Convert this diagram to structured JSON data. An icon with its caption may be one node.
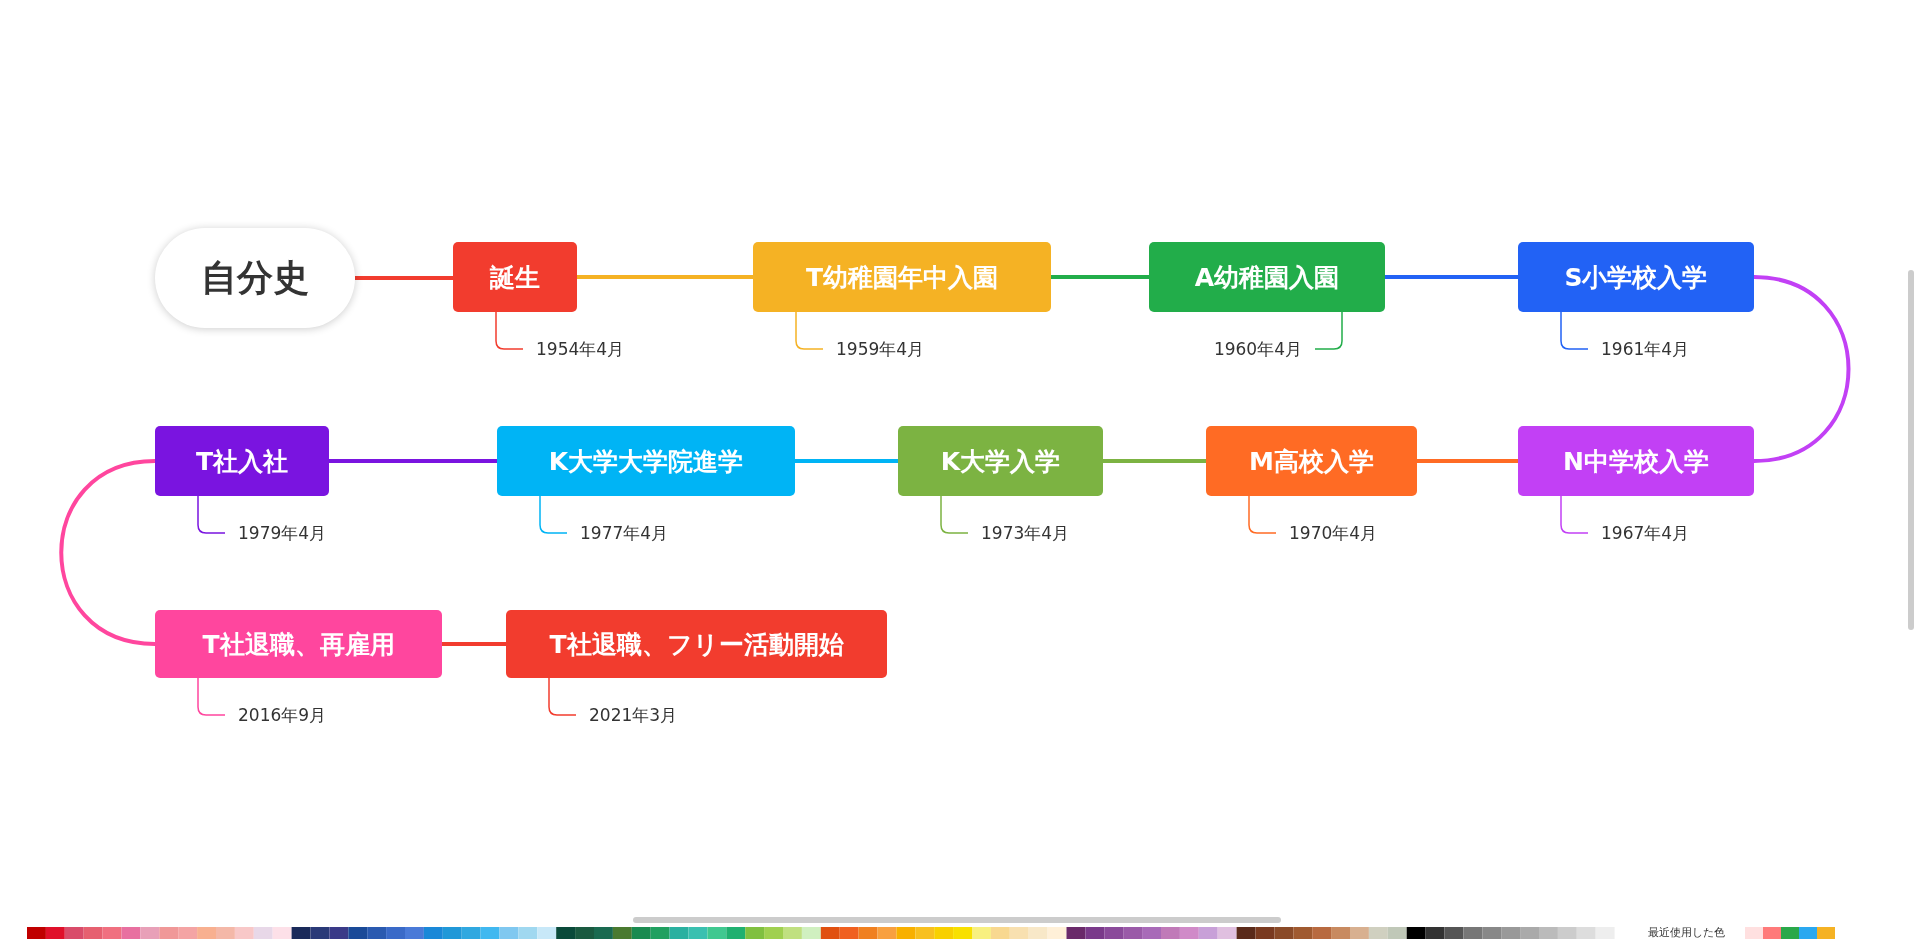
{
  "diagram": {
    "nodes": [
      {
        "text": [
          "自分史"
        ]
      },
      {
        "text": [
          "誕生"
        ],
        "beside": [
          "1954年4月"
        ]
      },
      {
        "text": [
          "T幼稚園年中入園"
        ],
        "beside": [
          "1959年4月"
        ]
      },
      {
        "text": [
          "A幼稚園入園"
        ],
        "beside": [
          "1960年4月"
        ]
      },
      {
        "text": [
          "S小学校入学"
        ],
        "beside": [
          "1961年4月"
        ]
      },
      {
        "text": [
          "N中学校入学"
        ],
        "beside": [
          "1967年4月"
        ]
      },
      {
        "text": [
          "M高校入学"
        ],
        "beside": [
          "1970年4月"
        ]
      },
      {
        "text": [
          "K大学入学"
        ],
        "beside": [
          "1973年4月"
        ]
      },
      {
        "text": [
          "K大学大学院進学"
        ],
        "beside": [
          "1977年4月"
        ]
      },
      {
        "text": [
          "T社入社"
        ],
        "beside": [
          "1979年4月"
        ]
      },
      {
        "text": [
          "T社退職、再雇用"
        ],
        "beside": [
          "2016年9月"
        ]
      },
      {
        "text": [
          "T社退職、フリー活動開始"
        ],
        "beside": [
          "2021年3月"
        ]
      }
    ],
    "edges": [
      {
        "from": 0,
        "to": 1,
        "arrow": "none",
        "color": "#f23c2e"
      },
      {
        "from": 1,
        "to": 2,
        "arrow": "none",
        "color": "#f5b224"
      },
      {
        "from": 2,
        "to": 3,
        "arrow": "none",
        "color": "#22ad4a"
      },
      {
        "from": 3,
        "to": 4,
        "arrow": "none",
        "color": "#2262f5"
      },
      {
        "from": 4,
        "to": 5,
        "arrow": "none",
        "color": "#c240f5"
      },
      {
        "from": 5,
        "to": 6,
        "arrow": "none",
        "color": "#ff6b24"
      },
      {
        "from": 6,
        "to": 7,
        "arrow": "none",
        "color": "#7cb342"
      },
      {
        "from": 7,
        "to": 8,
        "arrow": "none",
        "color": "#00b4f5"
      },
      {
        "from": 8,
        "to": 9,
        "arrow": "none",
        "color": "#7a14e0"
      },
      {
        "from": 9,
        "to": 10,
        "arrow": "none",
        "color": "#ff469e"
      },
      {
        "from": 10,
        "to": 11,
        "arrow": "none",
        "color": "#f23c2e"
      }
    ],
    "labels": [
      "最近使用した色"
    ]
  }
}
